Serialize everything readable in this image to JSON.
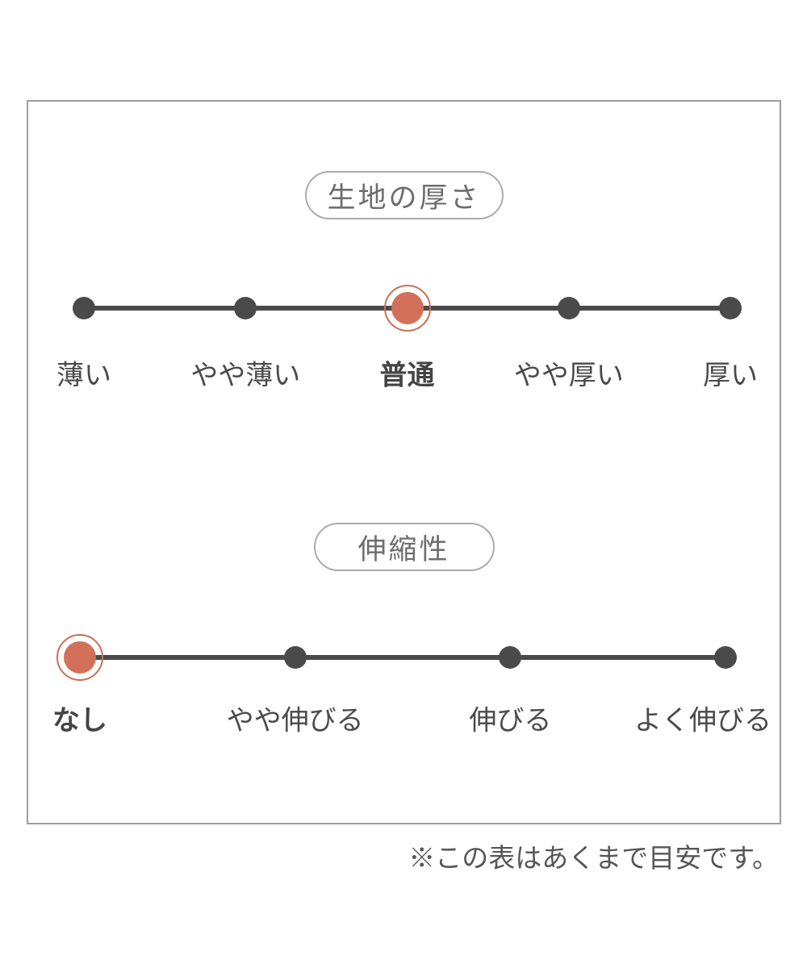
{
  "footnote": "※この表はあくまで目安です。",
  "colors": {
    "accent": "#d3705a",
    "accent_ring": "#c97053",
    "track": "#4a4a4a",
    "frame_border": "#9d9d9d",
    "pill_border": "#ababab",
    "label_text": "#4a4a4a",
    "pill_text": "#6d6d6d"
  },
  "sections": [
    {
      "title": "生地の厚さ",
      "selected_index": 2,
      "selected_label": "普通",
      "items": [
        {
          "label": "薄い",
          "selected": false
        },
        {
          "label": "やや薄い",
          "selected": false
        },
        {
          "label": "普通",
          "selected": true
        },
        {
          "label": "やや厚い",
          "selected": false
        },
        {
          "label": "厚い",
          "selected": false
        }
      ]
    },
    {
      "title": "伸縮性",
      "selected_index": 0,
      "selected_label": "なし",
      "items": [
        {
          "label": "なし",
          "selected": true
        },
        {
          "label": "やや伸びる",
          "selected": false
        },
        {
          "label": "伸びる",
          "selected": false
        },
        {
          "label": "よく伸びる",
          "selected": false
        }
      ]
    }
  ],
  "chart_data": [
    {
      "type": "line",
      "title": "生地の厚さ",
      "categories": [
        "薄い",
        "やや薄い",
        "普通",
        "やや厚い",
        "厚い"
      ],
      "selected": "普通",
      "selected_index": 2,
      "legend_position": "none",
      "grid": false
    },
    {
      "type": "line",
      "title": "伸縮性",
      "categories": [
        "なし",
        "やや伸びる",
        "伸びる",
        "よく伸びる"
      ],
      "selected": "なし",
      "selected_index": 0,
      "legend_position": "none",
      "grid": false
    }
  ]
}
